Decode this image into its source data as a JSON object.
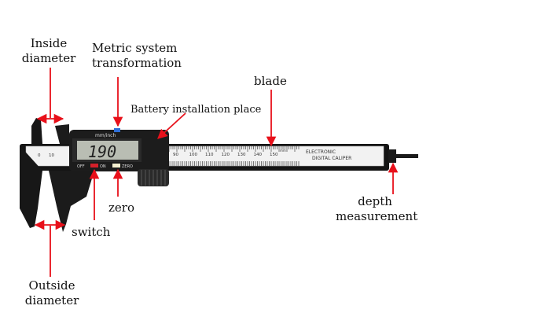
{
  "labels": {
    "inside_diameter": [
      "Inside",
      "diameter"
    ],
    "metric_system": [
      "Metric system",
      "transformation"
    ],
    "blade": "blade",
    "battery": "Battery installation place",
    "zero": "zero",
    "switch": "switch",
    "depth": [
      "depth",
      "measurement"
    ],
    "outside_diameter": [
      "Outside",
      "diameter"
    ]
  },
  "caliper": {
    "mode_label": "mm/inch",
    "display_value": "190",
    "off_label": "OFF",
    "on_label": "ON",
    "zero_label": "ZERO",
    "brand_line1": "ELECTRONIC",
    "brand_line2": "DIGITAL CALIPER",
    "scale_numbers": [
      "90",
      "100",
      "110",
      "120",
      "130",
      "140",
      "150"
    ],
    "left_scale": [
      "0",
      "10"
    ],
    "unit": "mm"
  },
  "colors": {
    "arrow": "#e8101a",
    "body": "#111111",
    "scale_bg": "#f2f2f2",
    "lcd": "#b9bdb3"
  }
}
